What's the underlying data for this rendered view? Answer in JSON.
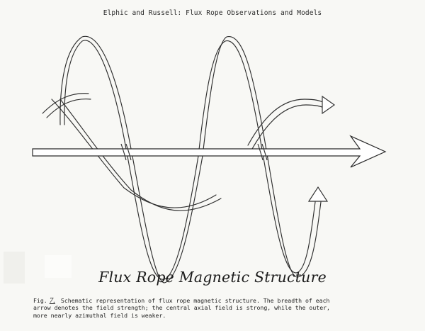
{
  "header": {
    "running_head": "Elphic and Russell: Flux Rope Observations and Models"
  },
  "figure": {
    "title": "Flux Rope Magnetic Structure",
    "caption_prefix": "Fig.",
    "number": "7.",
    "caption_lines": [
      "Schematic representation of flux rope magnetic structure.  The breadth of each",
      "arrow denotes the field strength; the central axial field is strong, while the outer,",
      "more nearly azimuthal field is weaker."
    ]
  },
  "colors": {
    "ink": "#2a2a2a",
    "paper": "#f8f8f5",
    "fill": "#ffffff"
  }
}
